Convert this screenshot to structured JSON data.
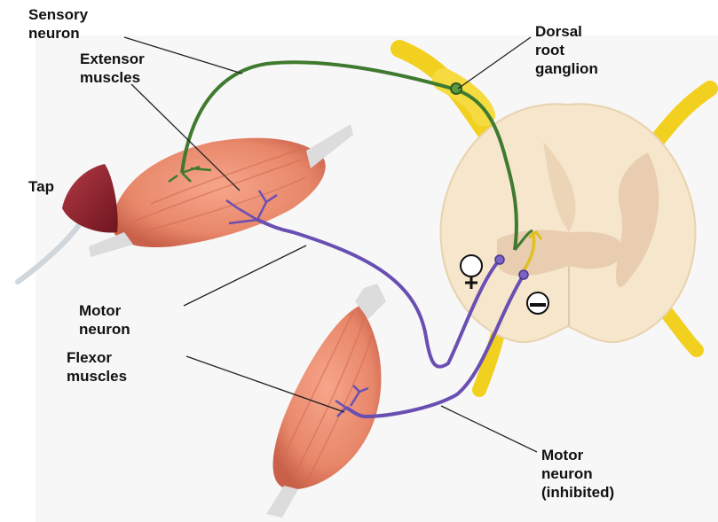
{
  "labels": {
    "sensory_neuron": [
      "Sensory",
      "neuron"
    ],
    "extensor_muscles": [
      "Extensor",
      "muscles"
    ],
    "dorsal_root_ganglion": [
      "Dorsal",
      "root",
      "ganglion"
    ],
    "tap": [
      "Tap"
    ],
    "motor_neuron": [
      "Motor",
      "neuron"
    ],
    "flexor_muscles": [
      "Flexor",
      "muscles"
    ],
    "motor_neuron_inhibited": [
      "Motor",
      "neuron",
      "(inhibited)"
    ]
  },
  "colors": {
    "sensory_neuron": "#3f7a2f",
    "motor_neuron": "#6a4fb3",
    "inhibitory_interneuron": "#e0c020",
    "muscle": "#e8876a",
    "spinal_cord": "#f5e6cc",
    "grey_matter": "#e9cdb0",
    "nerve_root": "#f2d020",
    "hammer": "#8a1f28"
  }
}
